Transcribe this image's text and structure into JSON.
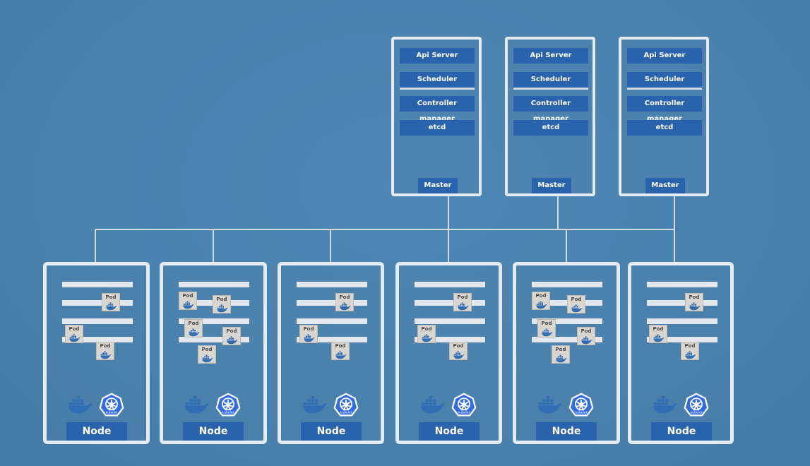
{
  "masters": [
    {
      "components": [
        "Api Server",
        "Scheduler",
        "Controller manager",
        "etcd"
      ],
      "label": "Master"
    },
    {
      "components": [
        "Api Server",
        "Scheduler",
        "Controller manager",
        "etcd"
      ],
      "label": "Master"
    },
    {
      "components": [
        "Api Server",
        "Scheduler",
        "Controller manager",
        "etcd"
      ],
      "label": "Master"
    }
  ],
  "nodes": [
    {
      "label": "Node",
      "kubelet_label": "kubelet",
      "pods": [
        "Pod",
        "Pod",
        "Pod"
      ]
    },
    {
      "label": "Node",
      "kubelet_label": "kubelet",
      "pods": [
        "Pod",
        "Pod",
        "Pod",
        "Pod",
        "Pod"
      ]
    },
    {
      "label": "Node",
      "kubelet_label": "kubelet",
      "pods": [
        "Pod",
        "Pod",
        "Pod"
      ]
    },
    {
      "label": "Node",
      "kubelet_label": "kubelet",
      "pods": [
        "Pod",
        "Pod",
        "Pod"
      ]
    },
    {
      "label": "Node",
      "kubelet_label": "kubelet",
      "pods": [
        "Pod",
        "Pod",
        "Pod",
        "Pod",
        "Pod"
      ]
    },
    {
      "label": "Node",
      "kubelet_label": "kubelet",
      "pods": [
        "Pod",
        "Pod",
        "Pod"
      ]
    }
  ],
  "colors": {
    "background": "#4a82ae",
    "box_blue": "#2a63ad",
    "frame": "#e4ebf2",
    "pod": "#d9d6d0",
    "docker": "#2f6db5",
    "kubernetes": "#326ce5"
  },
  "icons": {
    "container_runtime": "docker-whale-icon",
    "kubelet": "kubernetes-helm-icon"
  }
}
